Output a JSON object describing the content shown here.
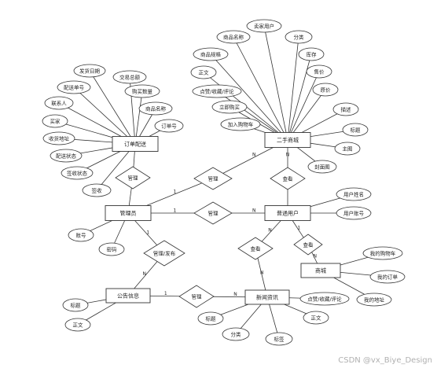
{
  "diagram": {
    "entities": [
      {
        "id": "order",
        "label": "订单配送"
      },
      {
        "id": "secondhand",
        "label": "二手商城"
      },
      {
        "id": "admin",
        "label": "管理员"
      },
      {
        "id": "user",
        "label": "普通用户"
      },
      {
        "id": "store",
        "label": "商城"
      },
      {
        "id": "notice",
        "label": "公告信息"
      },
      {
        "id": "news",
        "label": "新闻资讯"
      }
    ],
    "relationships": [
      {
        "id": "r_manage_order",
        "label": "管理"
      },
      {
        "id": "r_manage_shop",
        "label": "管理"
      },
      {
        "id": "r_view_shop",
        "label": "查看"
      },
      {
        "id": "r_manage_user",
        "label": "管理"
      },
      {
        "id": "r_view_news",
        "label": "查看"
      },
      {
        "id": "r_manage_publish",
        "label": "管理/发布"
      },
      {
        "id": "r_manage_news",
        "label": "管理"
      },
      {
        "id": "r_view_store",
        "label": "查看"
      }
    ],
    "attributes": [
      {
        "id": "a_fahuo",
        "label": "发货日期"
      },
      {
        "id": "a_peisongdan",
        "label": "配送单号"
      },
      {
        "id": "a_jiaoyi",
        "label": "交易总额"
      },
      {
        "id": "a_goumai",
        "label": "购买数量"
      },
      {
        "id": "a_lianxi",
        "label": "联系人"
      },
      {
        "id": "a_spmc1",
        "label": "商品名称"
      },
      {
        "id": "a_maijia",
        "label": "买家"
      },
      {
        "id": "a_dingdan",
        "label": "订单号"
      },
      {
        "id": "a_shouhuo",
        "label": "收货地址"
      },
      {
        "id": "a_peisongzt",
        "label": "配送状态"
      },
      {
        "id": "a_qianshouzt",
        "label": "签收状态"
      },
      {
        "id": "a_qianshou",
        "label": "签收"
      },
      {
        "id": "a_maijiayh",
        "label": "卖家用户"
      },
      {
        "id": "a_spmc2",
        "label": "商品名称"
      },
      {
        "id": "a_fenlei1",
        "label": "分类"
      },
      {
        "id": "a_guige",
        "label": "商品规格"
      },
      {
        "id": "a_kucun",
        "label": "库存"
      },
      {
        "id": "a_zhengwen1",
        "label": "正文"
      },
      {
        "id": "a_shoujia",
        "label": "售价"
      },
      {
        "id": "a_dianzan1",
        "label": "点赞/收藏/评论"
      },
      {
        "id": "a_yuanjia",
        "label": "原价"
      },
      {
        "id": "a_lijigoumai",
        "label": "立即购买"
      },
      {
        "id": "a_miaoshu",
        "label": "描述"
      },
      {
        "id": "a_jiaru",
        "label": "加入购物车"
      },
      {
        "id": "a_biaoti1",
        "label": "标题"
      },
      {
        "id": "a_zhutu",
        "label": "主图"
      },
      {
        "id": "a_fengmian",
        "label": "封面图"
      },
      {
        "id": "a_yhxm",
        "label": "用户姓名"
      },
      {
        "id": "a_yhzh",
        "label": "用户账号"
      },
      {
        "id": "a_zhanghao",
        "label": "账号"
      },
      {
        "id": "a_mima",
        "label": "密码"
      },
      {
        "id": "a_gouwuche",
        "label": "我的购物车"
      },
      {
        "id": "a_wodedingdan",
        "label": "我的订单"
      },
      {
        "id": "a_dizhi",
        "label": "我的地址"
      },
      {
        "id": "a_biaoti2",
        "label": "标题"
      },
      {
        "id": "a_zhengwen2",
        "label": "正文"
      },
      {
        "id": "a_dianzan2",
        "label": "点赞/收藏/评论"
      },
      {
        "id": "a_biaoti3",
        "label": "标题"
      },
      {
        "id": "a_zhengwen3",
        "label": "正文"
      },
      {
        "id": "a_fenlei2",
        "label": "分类"
      },
      {
        "id": "a_biaoqian",
        "label": "标签"
      }
    ],
    "cardinality": {
      "one": "1",
      "n": "N"
    }
  },
  "watermark": "CSDN @vx_Biye_Design"
}
